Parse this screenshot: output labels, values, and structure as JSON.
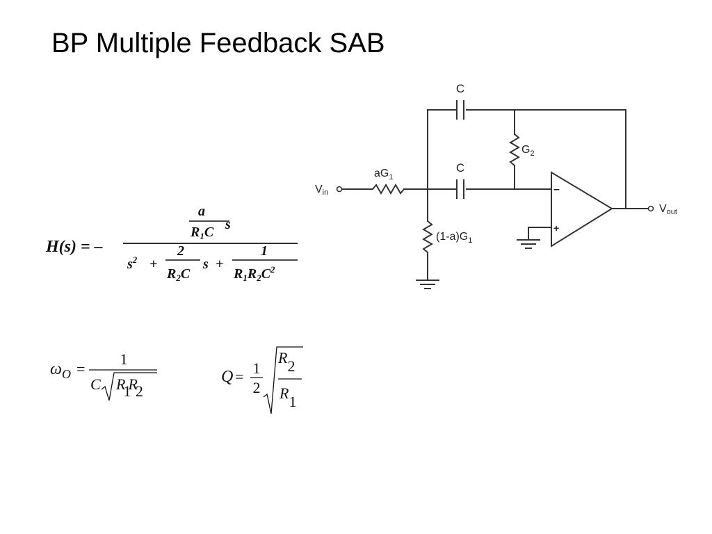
{
  "slide": {
    "title": "BP Multiple Feedback SAB"
  },
  "circuit": {
    "labels": {
      "cap_top": "C",
      "cap_mid": "C",
      "g2_main": "G",
      "g2_sub": "2",
      "ag1_main": "aG",
      "ag1_sub": "1",
      "r_shunt_main": "(1-a)G",
      "r_shunt_sub": "1",
      "vin_main": "V",
      "vin_sub": "in",
      "vout_main": "V",
      "vout_sub": "out",
      "opamp_minus": "–",
      "opamp_plus": "+"
    }
  },
  "transfer_function": {
    "lhs": "H(s) = –",
    "num_a": "a",
    "num_R": "R",
    "num_R_sub": "1",
    "num_C": "C",
    "num_s": "s",
    "den_s": "s",
    "den_s_exp": "2",
    "plus1": "+",
    "den_2": "2",
    "den_R2": "R",
    "den_R2_sub": "2",
    "den_C": "C",
    "den_s2": "s",
    "plus2": "+",
    "den_1": "1",
    "den_R1": "R",
    "den_R1_sub": "1",
    "den_R2b": "R",
    "den_R2b_sub": "2",
    "den_C2": "C",
    "den_C2_exp": "2"
  },
  "omega_formula": {
    "omega": "ω",
    "sub": "O",
    "eq": "=",
    "num": "1",
    "C": "C",
    "R1": "R",
    "R1_sub": "1",
    "R2": "R",
    "R2_sub": "2"
  },
  "q_formula": {
    "Q": "Q",
    "eq": "=",
    "num": "1",
    "den": "2",
    "Rn": "R",
    "Rn_sub": "2",
    "Rd": "R",
    "Rd_sub": "1"
  }
}
